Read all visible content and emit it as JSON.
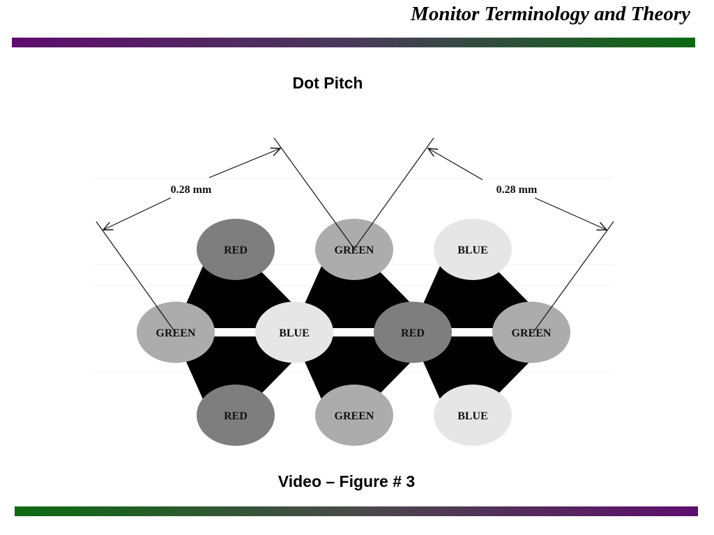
{
  "header": {
    "title": "Monitor Terminology and Theory"
  },
  "slide": {
    "title": "Dot Pitch",
    "caption": "Video – Figure # 3"
  },
  "diagram": {
    "measure_left": "0.28 mm",
    "measure_right": "0.28 mm",
    "colors": {
      "RED": "#7e7e7e",
      "GREEN": "#acacac",
      "BLUE": "#e6e6e6",
      "hex_fill": "#000000",
      "accent_purple": "#5e0d6e",
      "accent_green": "#0d6a12"
    },
    "rows": [
      [
        "RED",
        "GREEN",
        "BLUE"
      ],
      [
        "GREEN",
        "BLUE",
        "RED",
        "GREEN"
      ],
      [
        "RED",
        "GREEN",
        "BLUE"
      ]
    ]
  }
}
